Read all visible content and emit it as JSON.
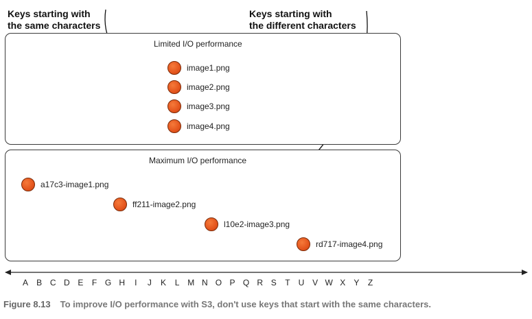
{
  "callouts": {
    "left": [
      "Keys starting with",
      "the same characters"
    ],
    "right": [
      "Keys starting with",
      "the different characters"
    ]
  },
  "limited_panel": {
    "title": "Limited I/O performance",
    "items": [
      "image1.png",
      "image2.png",
      "image3.png",
      "image4.png"
    ]
  },
  "maximum_panel": {
    "title": "Maximum I/O performance",
    "items": [
      "a17c3-image1.png",
      "ff211-image2.png",
      "l10e2-image3.png",
      "rd717-image4.png"
    ]
  },
  "axis_letters": [
    "A",
    "B",
    "C",
    "D",
    "E",
    "F",
    "G",
    "H",
    "I",
    "J",
    "K",
    "L",
    "M",
    "N",
    "O",
    "P",
    "Q",
    "R",
    "S",
    "T",
    "U",
    "V",
    "W",
    "X",
    "Y",
    "Z"
  ],
  "caption": {
    "figure_number": "Figure 8.13",
    "text": "To improve I/O performance with S3, don't use keys that start with the same characters."
  },
  "colors": {
    "dot": "#e4551d",
    "dot_border": "#7a2a08",
    "frame": "#3a3a3a",
    "caption": "#777777"
  }
}
